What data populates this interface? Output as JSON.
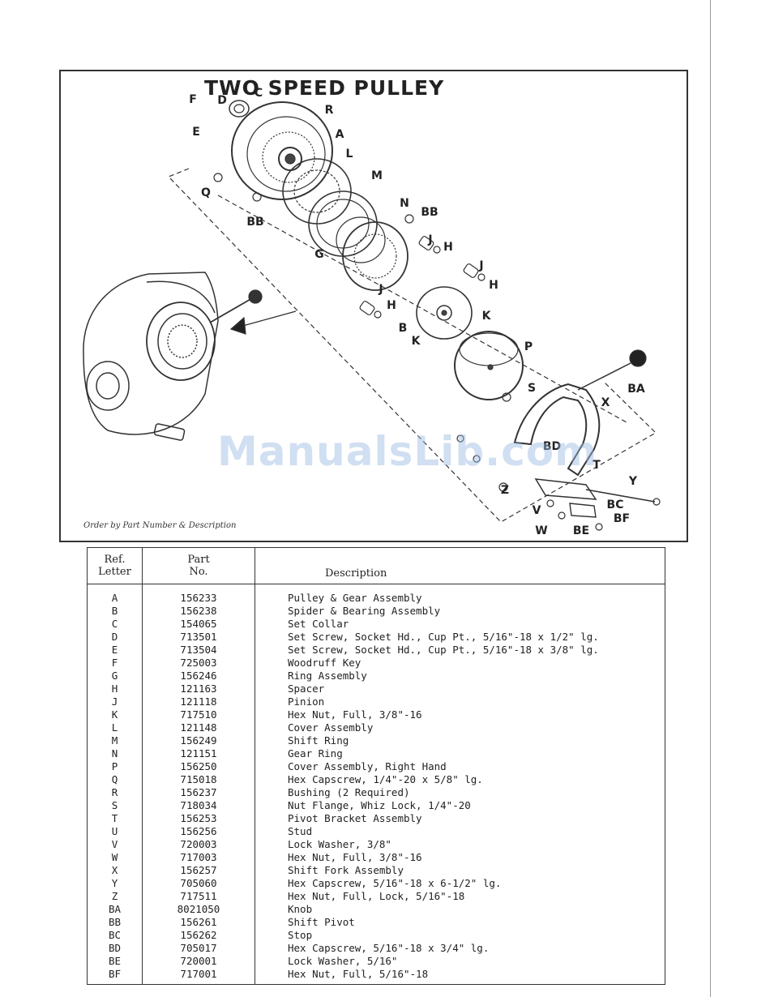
{
  "figure": {
    "title": "TWO SPEED PULLEY",
    "order_note": "Order by Part Number & Description",
    "watermark": "ManualsLib.com",
    "callouts": [
      "F",
      "D",
      "C",
      "R",
      "E",
      "A",
      "L",
      "Q",
      "M",
      "BB",
      "N",
      "BB",
      "G",
      "J",
      "H",
      "J",
      "H",
      "J",
      "H",
      "B",
      "K",
      "K",
      "P",
      "BA",
      "S",
      "X",
      "BD",
      "T",
      "Y",
      "Z",
      "V",
      "BC",
      "BF",
      "W",
      "BE"
    ]
  },
  "table": {
    "headers": {
      "ref": [
        "Ref.",
        "Letter"
      ],
      "part": [
        "Part",
        "No."
      ],
      "desc": "Description"
    },
    "rows": [
      {
        "ref": "A",
        "part": "156233",
        "desc": "Pulley & Gear Assembly"
      },
      {
        "ref": "B",
        "part": "156238",
        "desc": "Spider & Bearing Assembly"
      },
      {
        "ref": "C",
        "part": "154065",
        "desc": "Set Collar"
      },
      {
        "ref": "D",
        "part": "713501",
        "desc": "Set Screw, Socket Hd., Cup Pt., 5/16\"-18 x 1/2\" lg."
      },
      {
        "ref": "E",
        "part": "713504",
        "desc": "Set Screw, Socket Hd., Cup Pt., 5/16\"-18 x 3/8\" lg."
      },
      {
        "ref": "F",
        "part": "725003",
        "desc": "Woodruff Key"
      },
      {
        "ref": "G",
        "part": "156246",
        "desc": "Ring Assembly"
      },
      {
        "ref": "H",
        "part": "121163",
        "desc": "Spacer"
      },
      {
        "ref": "J",
        "part": "121118",
        "desc": "Pinion"
      },
      {
        "ref": "K",
        "part": "717510",
        "desc": "Hex Nut, Full, 3/8\"-16"
      },
      {
        "ref": "L",
        "part": "121148",
        "desc": "Cover Assembly"
      },
      {
        "ref": "M",
        "part": "156249",
        "desc": "Shift Ring"
      },
      {
        "ref": "N",
        "part": "121151",
        "desc": "Gear Ring"
      },
      {
        "ref": "P",
        "part": "156250",
        "desc": "Cover Assembly, Right Hand"
      },
      {
        "ref": "Q",
        "part": "715018",
        "desc": "Hex Capscrew, 1/4\"-20 x 5/8\" lg."
      },
      {
        "ref": "R",
        "part": "156237",
        "desc": "Bushing (2 Required)"
      },
      {
        "ref": "S",
        "part": "718034",
        "desc": "Nut Flange, Whiz Lock, 1/4\"-20"
      },
      {
        "ref": "T",
        "part": "156253",
        "desc": "Pivot Bracket Assembly"
      },
      {
        "ref": "U",
        "part": "156256",
        "desc": "Stud"
      },
      {
        "ref": "V",
        "part": "720003",
        "desc": "Lock Washer, 3/8\""
      },
      {
        "ref": "W",
        "part": "717003",
        "desc": "Hex Nut, Full, 3/8\"-16"
      },
      {
        "ref": "X",
        "part": "156257",
        "desc": "Shift Fork Assembly"
      },
      {
        "ref": "Y",
        "part": "705060",
        "desc": "Hex Capscrew, 5/16\"-18 x 6-1/2\" lg."
      },
      {
        "ref": "Z",
        "part": "717511",
        "desc": "Hex Nut, Full, Lock, 5/16\"-18"
      },
      {
        "ref": "BA",
        "part": "8021050",
        "desc": "Knob"
      },
      {
        "ref": "BB",
        "part": "156261",
        "desc": "Shift Pivot"
      },
      {
        "ref": "BC",
        "part": "156262",
        "desc": "Stop"
      },
      {
        "ref": "BD",
        "part": "705017",
        "desc": "Hex Capscrew, 5/16\"-18 x 3/4\" lg."
      },
      {
        "ref": "BE",
        "part": "720001",
        "desc": "Lock Washer, 5/16\""
      },
      {
        "ref": "BF",
        "part": "717001",
        "desc": "Hex Nut, Full, 5/16\"-18"
      }
    ]
  }
}
